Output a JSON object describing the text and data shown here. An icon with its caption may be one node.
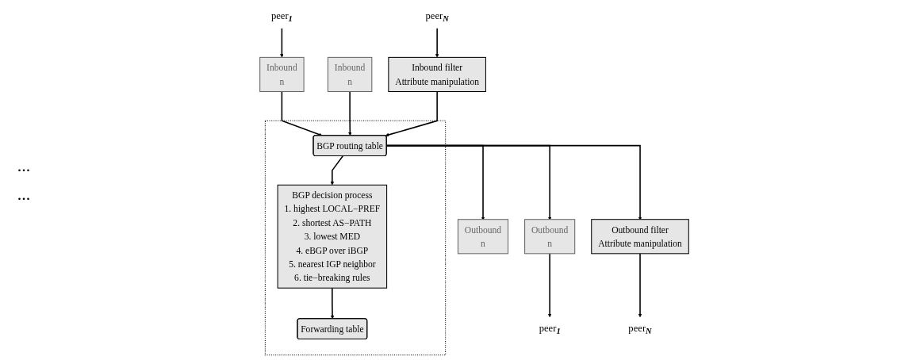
{
  "diagram": {
    "nodes": [
      {
        "text": [
          "peer$_{1}$"
        ]
      },
      {
        "text": [
          "peer$_{N}$"
        ]
      },
      {
        "text": [
          "Inbound",
          "n"
        ]
      },
      {
        "text": [
          "Inbound",
          "n"
        ]
      },
      {
        "text": [
          "Inbound filter",
          "Attribute manipulation"
        ]
      },
      {
        "text": [],
        "shape": "box"
      },
      {
        "text": [
          "BGP routing table"
        ],
        "in": 5
      },
      {
        "text": [
          "BGP decision process",
          "1. highest LOCAL−PREF",
          "2. shortest AS−PATH",
          "3. lowest MED",
          "4. eBGP over iBGP",
          "5. nearest IGP neighbor",
          "6. tie−breaking rules"
        ],
        "in": 5
      },
      {
        "text": [
          "Forwarding table"
        ],
        "in": 5
      },
      {
        "text": [
          "Outbound",
          "n"
        ]
      },
      {
        "text": [
          "Outbound",
          "n"
        ]
      },
      {
        "text": [
          "Outbound filter",
          "Attribute manipulation"
        ]
      },
      {
        "text": [
          "peer$_{1}$"
        ]
      },
      {
        "text": [
          "peer$_{N}$"
        ]
      }
    ],
    "edges": [
      {
        "from": 0,
        "to": 2,
        "arrow": "to"
      },
      {
        "from": 1,
        "to": 4,
        "arrow": "to"
      },
      {
        "from": 2,
        "to": 6,
        "arrow": "to"
      },
      {
        "from": 3,
        "to": 6,
        "arrow": "to"
      },
      {
        "from": 4,
        "to": 6,
        "arrow": "to"
      },
      {
        "from": 6,
        "to": 7,
        "arrow": "to"
      },
      {
        "from": 7,
        "to": 8,
        "arrow": "to"
      },
      {
        "from": 6,
        "to": 9,
        "arrow": "to"
      },
      {
        "from": 6,
        "to": 10,
        "arrow": "to"
      },
      {
        "from": 6,
        "to": 11,
        "arrow": "to"
      },
      {
        "from": 9,
        "to": 12,
        "arrow": "to"
      },
      {
        "from": 11,
        "to": 13,
        "arrow": "to"
      }
    ],
    "labels": [
      "...",
      "..."
    ]
  }
}
